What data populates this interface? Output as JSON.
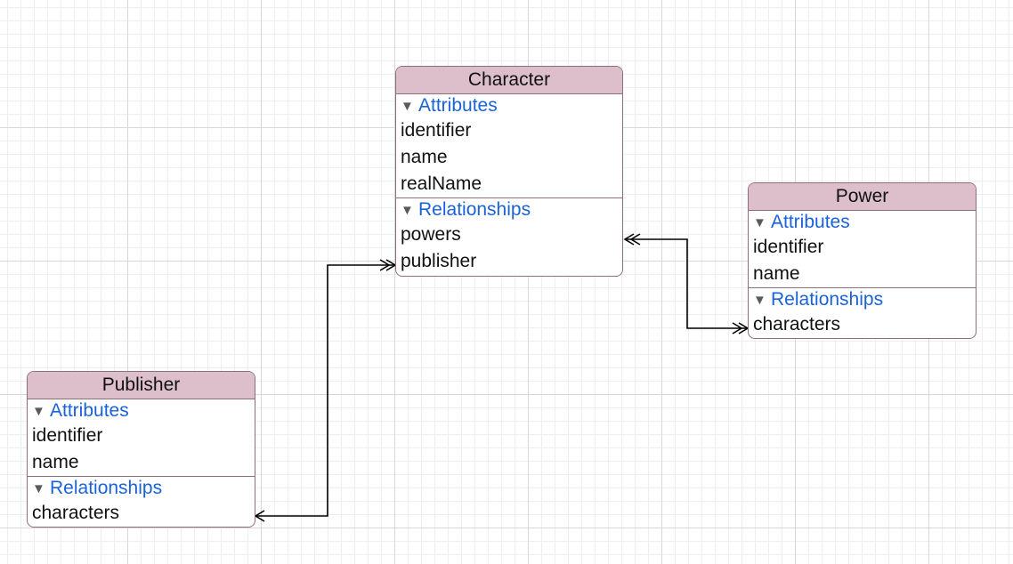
{
  "colors": {
    "header_fill": "#dcbfca",
    "border": "#8d6f7a",
    "section_link": "#1a62d8",
    "grid_major": "#d8d8d8",
    "grid_minor": "#eeeeee",
    "connector": "#000000"
  },
  "entities": [
    {
      "name": "Character",
      "attributes_label": "Attributes",
      "attributes": [
        "identifier",
        "name",
        "realName"
      ],
      "relationships_label": "Relationships",
      "relationships": [
        "powers",
        "publisher"
      ]
    },
    {
      "name": "Power",
      "attributes_label": "Attributes",
      "attributes": [
        "identifier",
        "name"
      ],
      "relationships_label": "Relationships",
      "relationships": [
        "characters"
      ]
    },
    {
      "name": "Publisher",
      "attributes_label": "Attributes",
      "attributes": [
        "identifier",
        "name"
      ],
      "relationships_label": "Relationships",
      "relationships": [
        "characters"
      ]
    }
  ],
  "connections": [
    {
      "from": "Character.powers",
      "to": "Power.characters",
      "from_cardinality": "to-many",
      "to_cardinality": "to-many"
    },
    {
      "from": "Character.publisher",
      "to": "Publisher.characters",
      "from_cardinality": "to-many",
      "to_cardinality": "to-one"
    }
  ]
}
